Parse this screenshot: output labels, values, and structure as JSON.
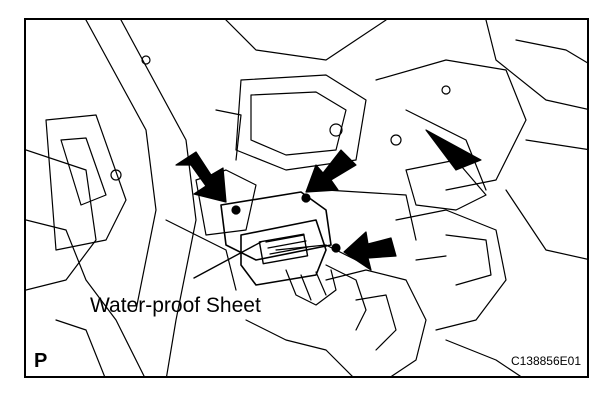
{
  "callout_label": "Water-proof Sheet",
  "corner_mark": "P",
  "figure_code": "C138856E01",
  "colors": {
    "line": "#000000",
    "background": "#ffffff"
  }
}
